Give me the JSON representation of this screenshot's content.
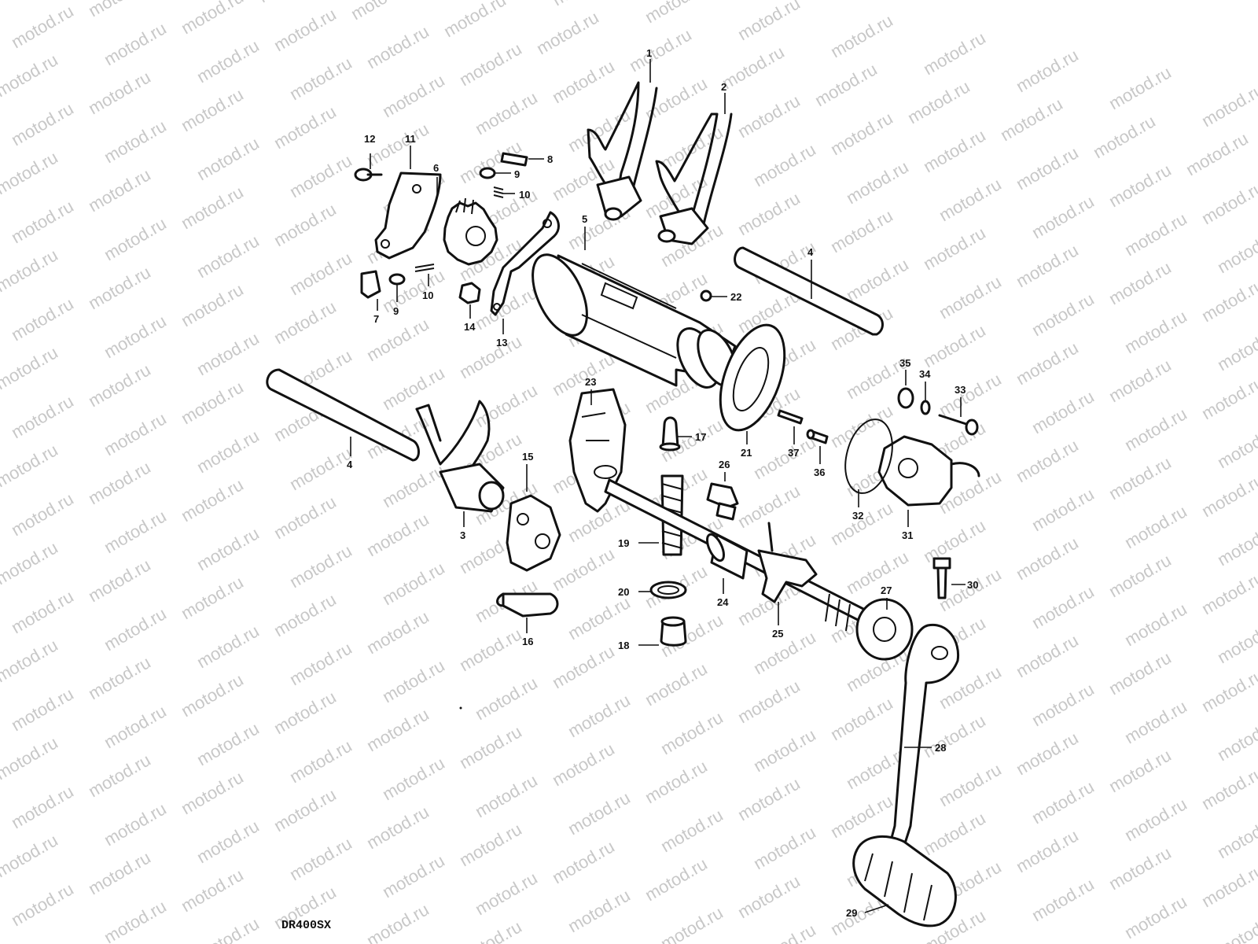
{
  "watermark": {
    "text": "motod.ru"
  },
  "model_label": "DR400SX",
  "callouts": {
    "c1": "1",
    "c2": "2",
    "c3": "3",
    "c4a": "4",
    "c4b": "4",
    "c5": "5",
    "c6": "6",
    "c7": "7",
    "c8": "8",
    "c9a": "9",
    "c9b": "9",
    "c10a": "10",
    "c10b": "10",
    "c11": "11",
    "c12": "12",
    "c13": "13",
    "c14": "14",
    "c15": "15",
    "c16": "16",
    "c17": "17",
    "c18": "18",
    "c19": "19",
    "c20": "20",
    "c21": "21",
    "c22": "22",
    "c23": "23",
    "c24": "24",
    "c25": "25",
    "c26": "26",
    "c27": "27",
    "c28": "28",
    "c29": "29",
    "c30": "30",
    "c31": "31",
    "c32": "32",
    "c33": "33",
    "c34": "34",
    "c35": "35",
    "c36": "36",
    "c37": "37"
  }
}
